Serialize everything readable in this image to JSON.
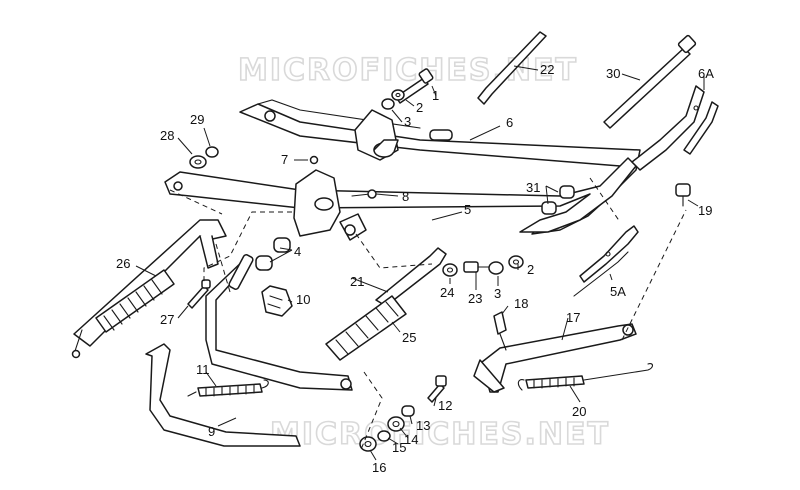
{
  "watermark": {
    "top": "MICROFICHES.NET",
    "bottom": "MICROFICHES.NET"
  },
  "callouts": [
    {
      "id": "c1",
      "label": "1"
    },
    {
      "id": "c2a",
      "label": "2"
    },
    {
      "id": "c3a",
      "label": "3"
    },
    {
      "id": "c6",
      "label": "6"
    },
    {
      "id": "c22",
      "label": "22"
    },
    {
      "id": "c30",
      "label": "30"
    },
    {
      "id": "c6A",
      "label": "6A"
    },
    {
      "id": "c29",
      "label": "29"
    },
    {
      "id": "c28",
      "label": "28"
    },
    {
      "id": "c7",
      "label": "7"
    },
    {
      "id": "c8",
      "label": "8"
    },
    {
      "id": "c5",
      "label": "5"
    },
    {
      "id": "c31",
      "label": "31"
    },
    {
      "id": "c19",
      "label": "19"
    },
    {
      "id": "c26",
      "label": "26"
    },
    {
      "id": "c4",
      "label": "4"
    },
    {
      "id": "c21",
      "label": "21"
    },
    {
      "id": "c24",
      "label": "24"
    },
    {
      "id": "c23",
      "label": "23"
    },
    {
      "id": "c3b",
      "label": "3"
    },
    {
      "id": "c2b",
      "label": "2"
    },
    {
      "id": "c5A",
      "label": "5A"
    },
    {
      "id": "c10",
      "label": "10"
    },
    {
      "id": "c27",
      "label": "27"
    },
    {
      "id": "c25",
      "label": "25"
    },
    {
      "id": "c18",
      "label": "18"
    },
    {
      "id": "c17",
      "label": "17"
    },
    {
      "id": "c11",
      "label": "11"
    },
    {
      "id": "c12",
      "label": "12"
    },
    {
      "id": "c13",
      "label": "13"
    },
    {
      "id": "c14",
      "label": "14"
    },
    {
      "id": "c15",
      "label": "15"
    },
    {
      "id": "c16",
      "label": "16"
    },
    {
      "id": "c9",
      "label": "9"
    },
    {
      "id": "c20",
      "label": "20"
    }
  ]
}
